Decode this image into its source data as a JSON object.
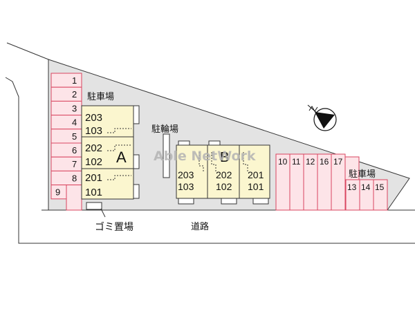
{
  "parking_slots_left": [
    "1",
    "2",
    "3",
    "4",
    "5",
    "6",
    "7",
    "8",
    "9"
  ],
  "parking_slots_right_tall": [
    "10",
    "11",
    "12",
    "16",
    "17"
  ],
  "parking_slots_right_short": [
    "13",
    "14",
    "15"
  ],
  "labels": {
    "parking": "駐車場",
    "bicycle_parking": "駐輪場",
    "garbage": "ゴミ置場",
    "road": "道路",
    "watermark": "Able NetWork"
  },
  "building_a": {
    "name": "A",
    "units": [
      "203",
      "103",
      "202",
      "102",
      "201",
      "101"
    ]
  },
  "building_b": {
    "name": "B",
    "units_top": [
      "203",
      "202",
      "201"
    ],
    "units_bottom": [
      "103",
      "102",
      "101"
    ]
  },
  "colors": {
    "parking_line": "#d9455f",
    "parking_fill": "#fde4e8",
    "site_fill": "#e3e3e3",
    "building_fill": "#fbf6cf",
    "watermark": "#b3b3b3"
  }
}
